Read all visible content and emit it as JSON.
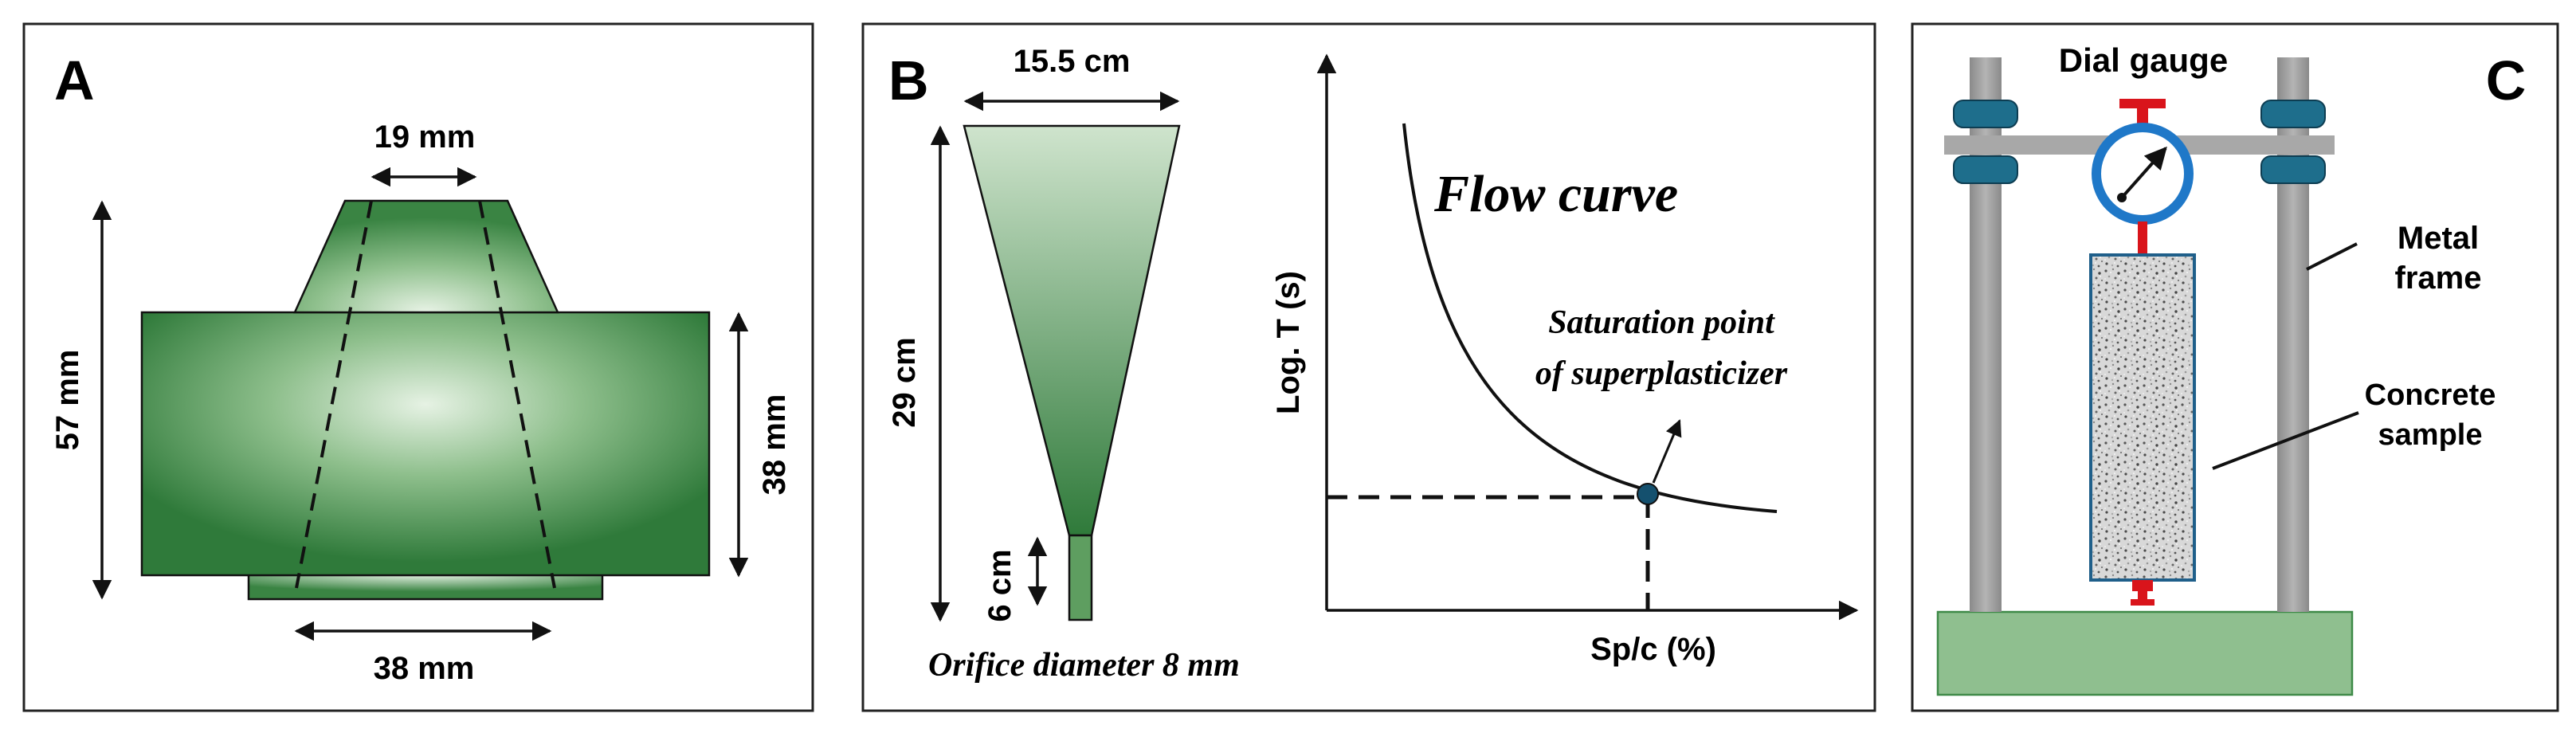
{
  "panel_a": {
    "letter": "A",
    "top_width": "19 mm",
    "height": "57 mm",
    "body_height": "38 mm",
    "bottom_width": "38 mm"
  },
  "panel_b": {
    "letter": "B",
    "funnel_width": "15.5 cm",
    "funnel_height": "29 cm",
    "orifice_length": "6 cm",
    "orifice_caption": "Orifice diameter 8 mm",
    "curve_title": "Flow curve",
    "y_axis_label": "Log. T (s)",
    "x_axis_label": "Sp/c (%)",
    "saturation_line1": "Saturation point",
    "saturation_line2": "of superplasticizer"
  },
  "panel_c": {
    "letter": "C",
    "dial_label": "Dial gauge",
    "frame_line1": "Metal",
    "frame_line2": "frame",
    "sample_line1": "Concrete",
    "sample_line2": "sample"
  },
  "colors": {
    "green_dark": "#2f7a3a",
    "green_light": "#e4f1e2",
    "gauge_blue": "#1f78c8",
    "clamp_blue": "#1e6e8c",
    "red": "#d9141b",
    "frame_gray": "#9a9a9a",
    "base_green": "#8fbf8f"
  }
}
